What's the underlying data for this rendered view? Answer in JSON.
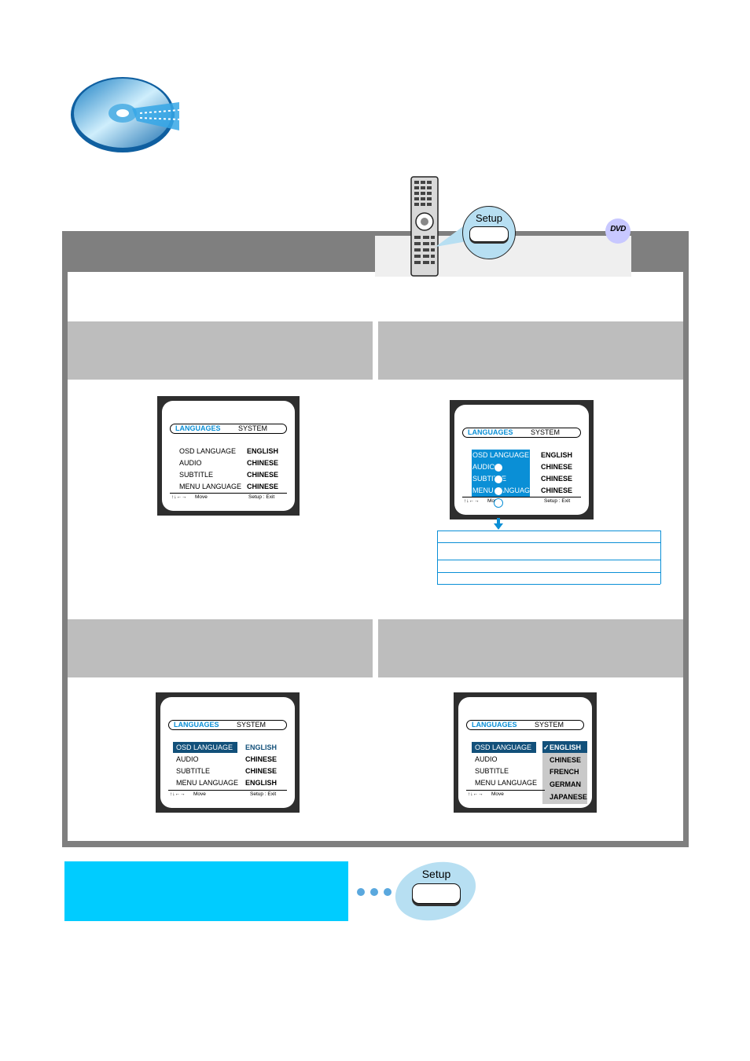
{
  "remote": {
    "setup_label": "Setup"
  },
  "badge": {
    "dvd_label": "DVD"
  },
  "osd_common": {
    "tab_languages": "LANGUAGES",
    "tab_system": "SYSTEM",
    "footer_move": "Move",
    "footer_exit": "Setup : Exit"
  },
  "osd1": {
    "rows": [
      {
        "label": "OSD LANGUAGE",
        "value": "ENGLISH"
      },
      {
        "label": "AUDIO",
        "value": "CHINESE"
      },
      {
        "label": "SUBTITLE",
        "value": "CHINESE"
      },
      {
        "label": "MENU LANGUAGE",
        "value": "CHINESE"
      }
    ]
  },
  "osd2": {
    "rows": [
      {
        "label": "OSD LANGUAGE",
        "value": "ENGLISH"
      },
      {
        "label": "AUDIO",
        "value": "CHINESE"
      },
      {
        "label": "SUBTITLE",
        "value": "CHINESE"
      },
      {
        "label": "MENU LANGUAGE",
        "value": "CHINESE"
      }
    ]
  },
  "osd3": {
    "rows": [
      {
        "label": "OSD LANGUAGE",
        "value": "ENGLISH"
      },
      {
        "label": "AUDIO",
        "value": "CHINESE"
      },
      {
        "label": "SUBTITLE",
        "value": "CHINESE"
      },
      {
        "label": "MENU LANGUAGE",
        "value": "ENGLISH"
      }
    ]
  },
  "osd4": {
    "rows": [
      {
        "label": "OSD LANGUAGE"
      },
      {
        "label": "AUDIO"
      },
      {
        "label": "SUBTITLE"
      },
      {
        "label": "MENU LANGUAGE"
      }
    ],
    "options": [
      "ENGLISH",
      "CHINESE",
      "FRENCH",
      "GERMAN",
      "JAPANESE"
    ],
    "checkmark": "✓"
  },
  "footer_note": {
    "setup_label": "Setup"
  },
  "colors": {
    "frame_gray": "#7f7f7f",
    "step_gray": "#bdbdbd",
    "accent_cyan": "#00ccff",
    "osd_blue": "#0a8fd6",
    "osd_navy": "#12507a"
  }
}
